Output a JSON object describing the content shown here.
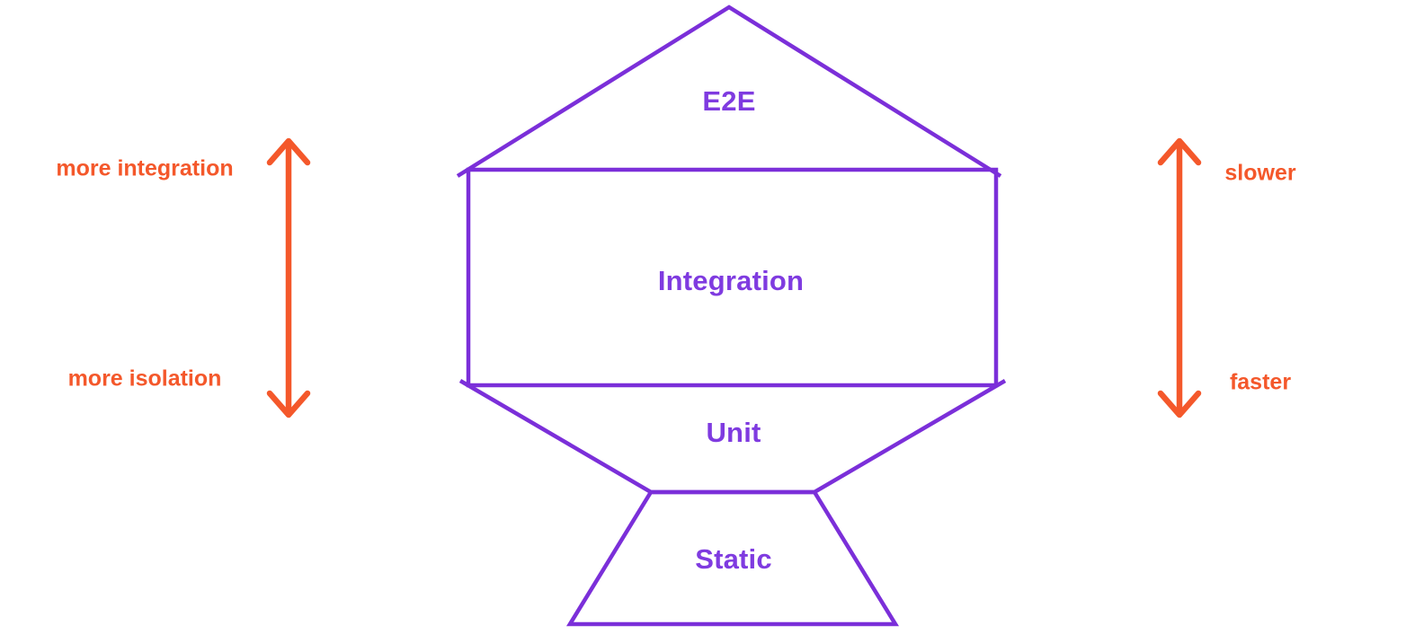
{
  "diagram": {
    "name": "testing-trophy",
    "levels": [
      {
        "id": "e2e",
        "label": "E2E"
      },
      {
        "id": "integration",
        "label": "Integration"
      },
      {
        "id": "unit",
        "label": "Unit"
      },
      {
        "id": "static",
        "label": "Static"
      }
    ],
    "left_scale": {
      "top": "more integration",
      "bottom": "more isolation"
    },
    "right_scale": {
      "top": "slower",
      "bottom": "faster"
    }
  },
  "colors": {
    "shape_outline": "#7b2fd9",
    "shape_label_text": "#7f3be0",
    "accent_orange": "#f4582b",
    "background": "#ffffff"
  }
}
